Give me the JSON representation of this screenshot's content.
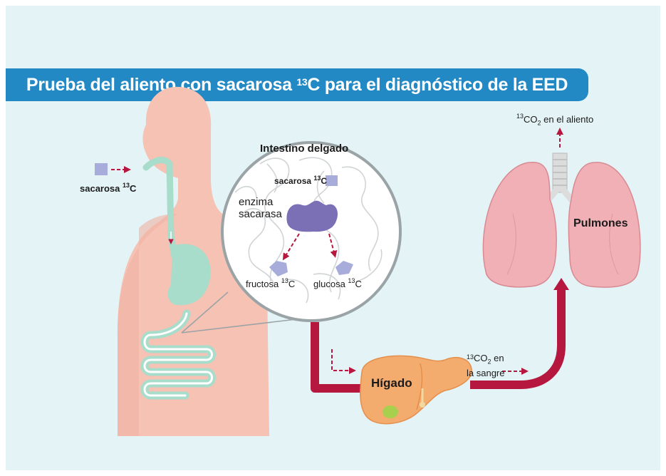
{
  "title": {
    "text": "Prueba del aliento con sacarosa",
    "iso": "13",
    "tail": "C para el diagnóstico de la EED"
  },
  "labels": {
    "sucrose_outside": {
      "text": "sacarosa ",
      "iso": "13",
      "tail": "C"
    },
    "small_intestine": "Intestino delgado",
    "sucrose_inside": {
      "text": "sacarosa ",
      "iso": "13",
      "tail": "C"
    },
    "enzyme": {
      "line1": "enzima",
      "line2": "sacarasa"
    },
    "fructose": {
      "text": "fructosa ",
      "iso": "13",
      "tail": "C"
    },
    "glucose": {
      "text": "glucosa ",
      "iso": "13",
      "tail": "C"
    },
    "liver": "Hígado",
    "co2_blood": {
      "iso": "13",
      "text": "CO",
      "sub": "2",
      "tail": " en",
      "line2": "la sangre"
    },
    "co2_breath": {
      "iso": "13",
      "text": "CO",
      "sub": "2",
      "tail": " en el aliento"
    },
    "lungs": "Pulmones"
  },
  "colors": {
    "background": "#e4f3f6",
    "banner": "#2389c5",
    "body": "#f5c2b4",
    "digestive": "#a8dccb",
    "pathway": "#b5173f",
    "lungs": "#f0b0b6",
    "liver": "#f4ab6e",
    "enzyme": "#7b70b6",
    "sugar": "#a7acdb"
  }
}
